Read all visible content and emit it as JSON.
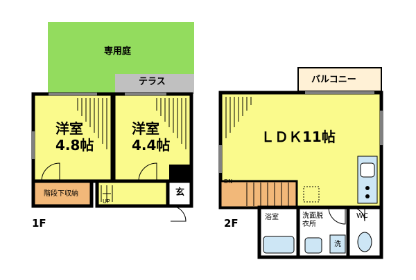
{
  "floor1": {
    "label": "1F",
    "garden": "専用庭",
    "terrace": "テラス",
    "room_a": {
      "name": "洋室",
      "size": "4.8帖"
    },
    "room_b": {
      "name": "洋室",
      "size": "4.4帖"
    },
    "storage": "階段下収納",
    "entrance": "玄",
    "up_mark": "UP"
  },
  "floor2": {
    "label": "2F",
    "balcony": "バルコニー",
    "ldk": "ＬＤＫ11帖",
    "down_mark": "DN",
    "bath": "浴室",
    "washroom_line1": "洗面脱",
    "washroom_line2": "衣所",
    "washer": "洗",
    "toilet": "WC"
  },
  "colors": {
    "room_yellow": "#fafa8c",
    "garden_green": "#93dc5e",
    "terrace_gray": "#c0c0c0",
    "storage_orange": "#f2b879",
    "balcony_beige": "#fff1d6",
    "fixture_blue": "#cde6f5"
  }
}
